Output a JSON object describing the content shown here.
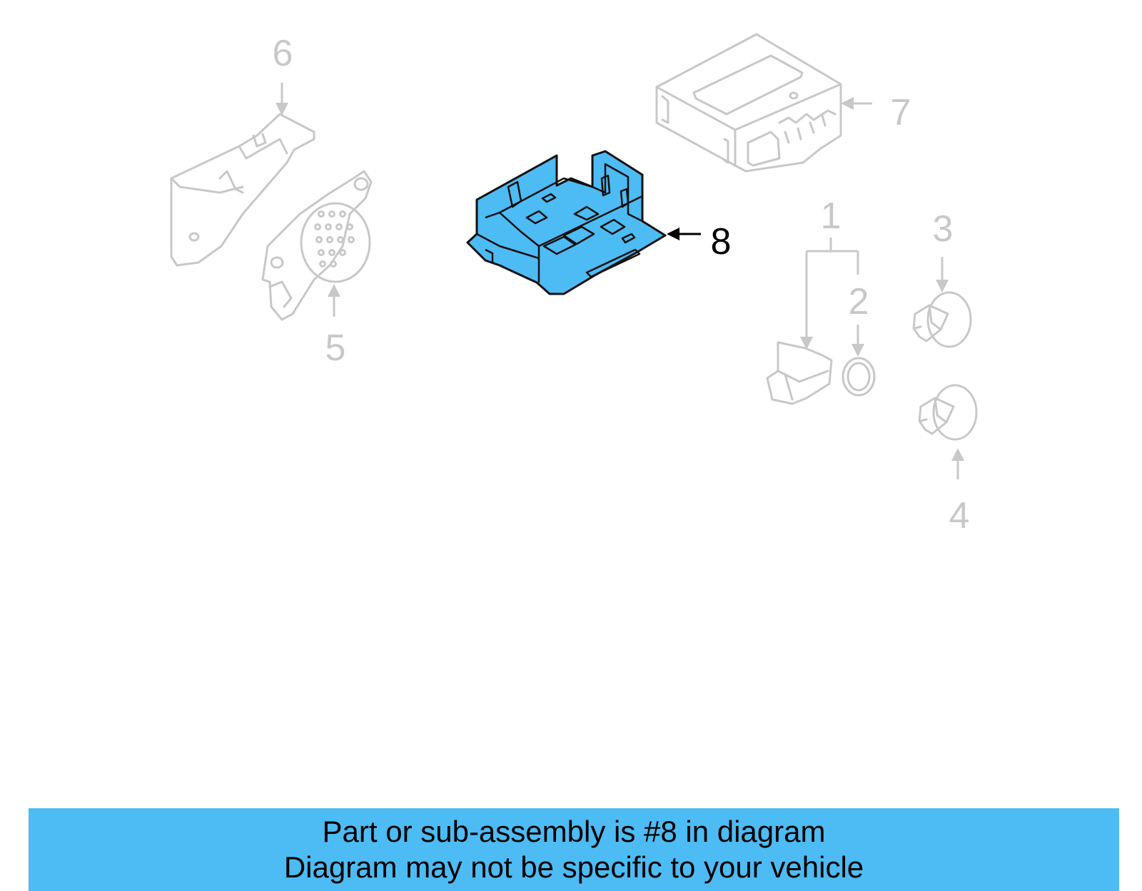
{
  "callouts": {
    "c1": "1",
    "c2": "2",
    "c3": "3",
    "c4": "4",
    "c5": "5",
    "c6": "6",
    "c7": "7",
    "c8": "8"
  },
  "highlighted_part": "8",
  "colors": {
    "highlight": "#4dbbf4",
    "banner": "#4dbbf4",
    "inactive_part": "#c8c8c8",
    "active_text": "#000000"
  },
  "banner": {
    "line1": "Part or sub-assembly is #8 in diagram",
    "line2": "Diagram may not be specific to your vehicle"
  }
}
